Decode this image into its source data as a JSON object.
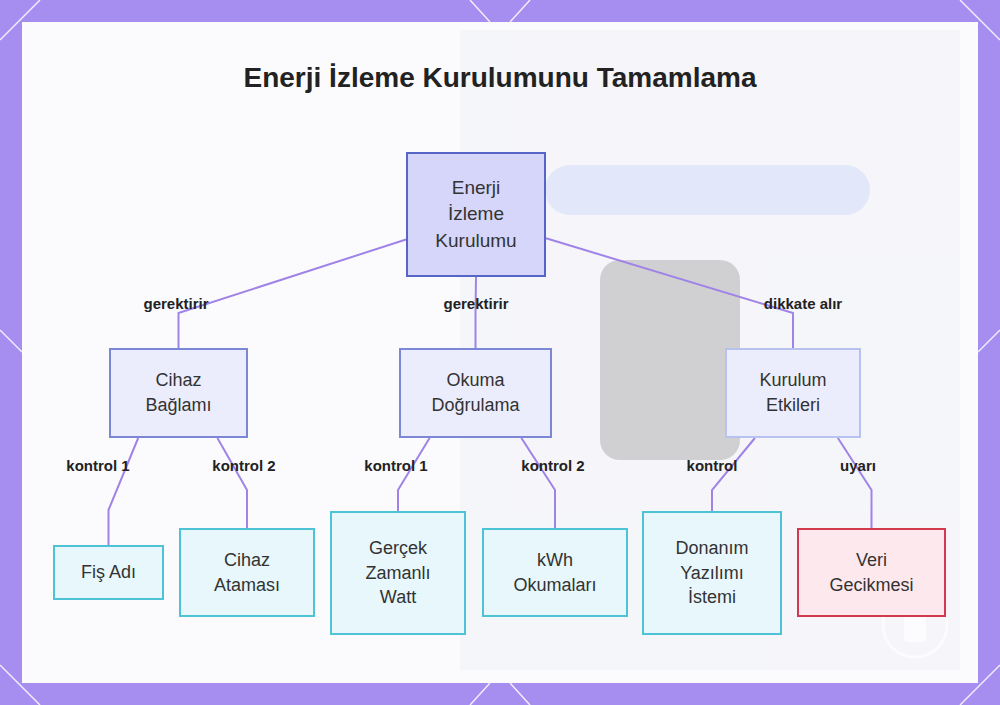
{
  "diagram": {
    "title": "Enerji İzleme Kurulumunu Tamamlama",
    "nodes": [
      {
        "text": [
          "Enerji İzleme Kurulumu"
        ]
      },
      {
        "text": [
          "Cihaz Bağlamı"
        ]
      },
      {
        "text": [
          "Okuma Doğrulama"
        ]
      },
      {
        "text": [
          "Kurulum Etkileri"
        ]
      },
      {
        "text": [
          "Fiş Adı"
        ]
      },
      {
        "text": [
          "Cihaz Ataması"
        ]
      },
      {
        "text": [
          "Gerçek Zamanlı Watt"
        ]
      },
      {
        "text": [
          "kWh Okumaları"
        ]
      },
      {
        "text": [
          "Donanım Yazılımı İstemi"
        ]
      },
      {
        "text": [
          "Veri Gecikmesi"
        ]
      }
    ],
    "edges": [
      {
        "from": 0,
        "to": 1,
        "label": "gerektirir",
        "arrow": "none"
      },
      {
        "from": 0,
        "to": 2,
        "label": "gerektirir",
        "arrow": "none"
      },
      {
        "from": 0,
        "to": 3,
        "label": "dikkate alır",
        "arrow": "none"
      },
      {
        "from": 1,
        "to": 4,
        "label": "kontrol 1",
        "arrow": "none"
      },
      {
        "from": 1,
        "to": 5,
        "label": "kontrol 2",
        "arrow": "none"
      },
      {
        "from": 2,
        "to": 6,
        "label": "kontrol 1",
        "arrow": "none"
      },
      {
        "from": 2,
        "to": 7,
        "label": "kontrol 2",
        "arrow": "none"
      },
      {
        "from": 3,
        "to": 8,
        "label": "kontrol",
        "arrow": "none"
      },
      {
        "from": 3,
        "to": 9,
        "label": "uyarı",
        "arrow": "none"
      }
    ]
  }
}
